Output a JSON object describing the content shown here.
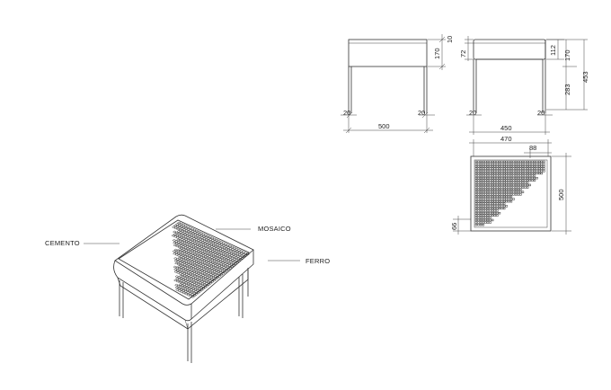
{
  "labels": {
    "mosaic": "MOSAICO",
    "cement": "CEMENTO",
    "iron": "FERRO"
  },
  "dims": {
    "side_top": "10",
    "side_apron": "170",
    "side_width": "500",
    "side_leg_left": "20",
    "side_leg_right": "20",
    "front_inner": "72",
    "front_shelf": "112",
    "front_apron": "170",
    "front_leg_height": "283",
    "front_total": "453",
    "front_width": "450",
    "front_leg_left": "20",
    "front_leg_right": "20",
    "plan_width": "470",
    "plan_inset": "88",
    "plan_depth": "500",
    "plan_step": "66"
  },
  "colors": {
    "line": "#333333",
    "mosaic": "#222222"
  }
}
